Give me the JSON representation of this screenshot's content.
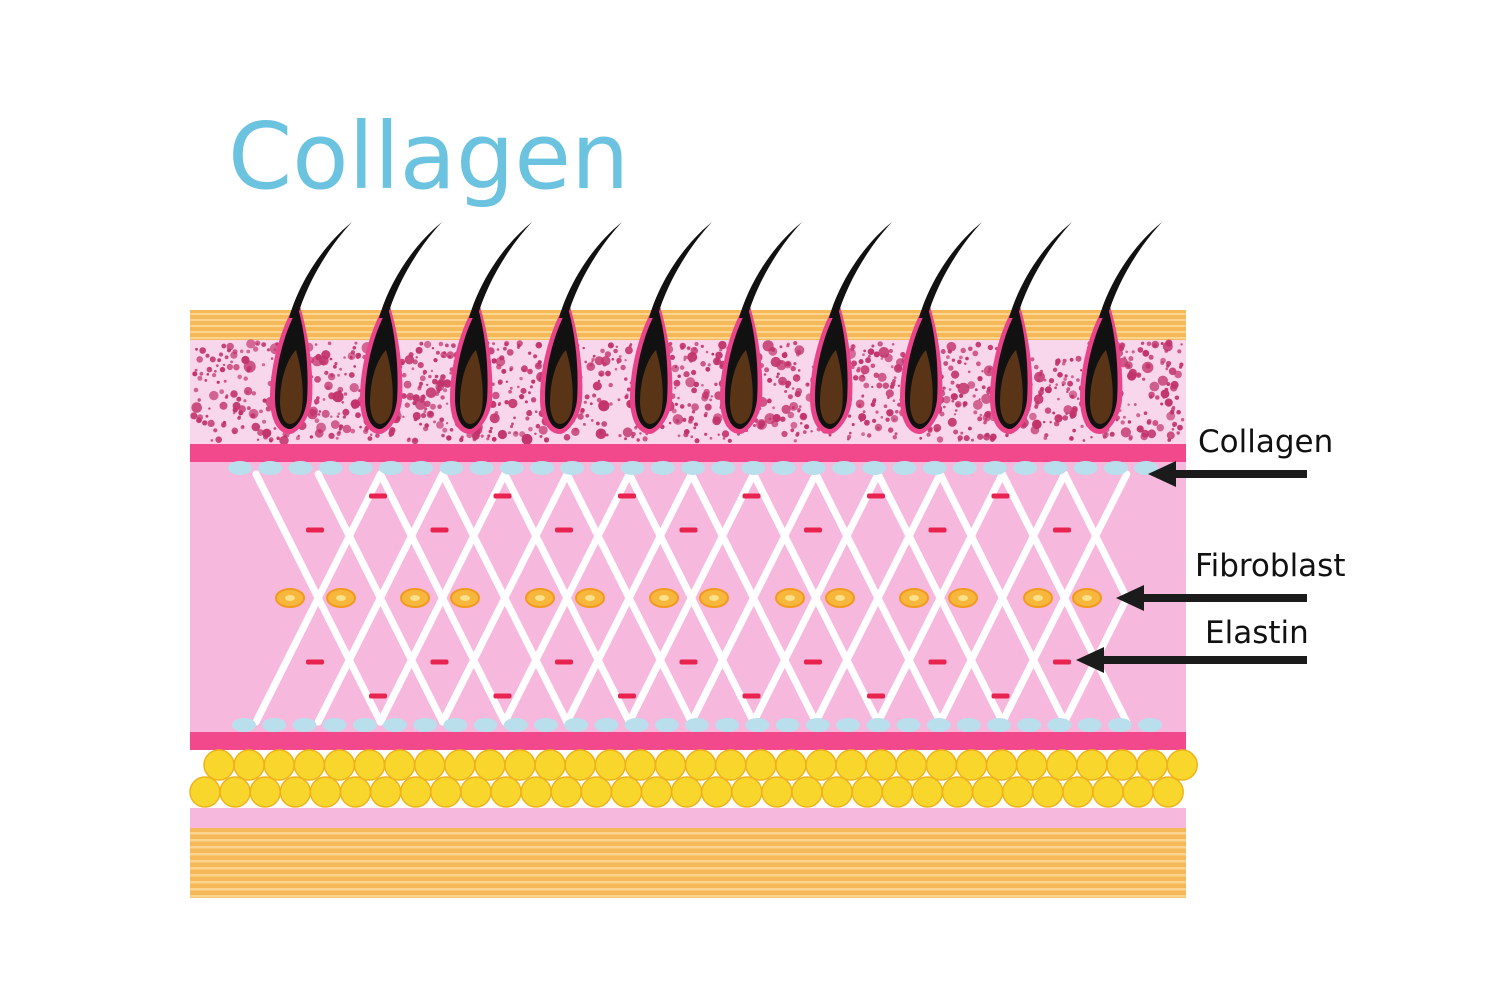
{
  "title": "Collagen",
  "labels": {
    "collagen": "Collagen",
    "fibroblast": "Fibroblast",
    "elastin": "Elastin"
  },
  "colors": {
    "title": "#6cc3e0",
    "epidermis_orange": "#f5b95a",
    "epidermis_stripe": "#fbd58f",
    "granular_layer": "#f8d6ec",
    "granules": "#c2336b",
    "pink_band": "#f2488c",
    "dermis": "#f6b8dd",
    "collagen_fibers": "#ffffff",
    "collagen_nodes": "#b9dfec",
    "elastin": "#e8234f",
    "fibroblast": "#f6b73c",
    "fibroblast_outline": "#f29a1f",
    "fat_cells": "#f9d62c",
    "fat_outline": "#eeb21d",
    "hair": "#111111",
    "hair_root": "#5a3417",
    "follicle_outline": "#e9448a",
    "arrow": "#1b1b1b"
  },
  "icons": [
    "hair-follicle-icon",
    "collagen-fiber-icon",
    "fibroblast-icon",
    "elastin-icon",
    "fat-cell-icon",
    "arrow-left-icon"
  ]
}
